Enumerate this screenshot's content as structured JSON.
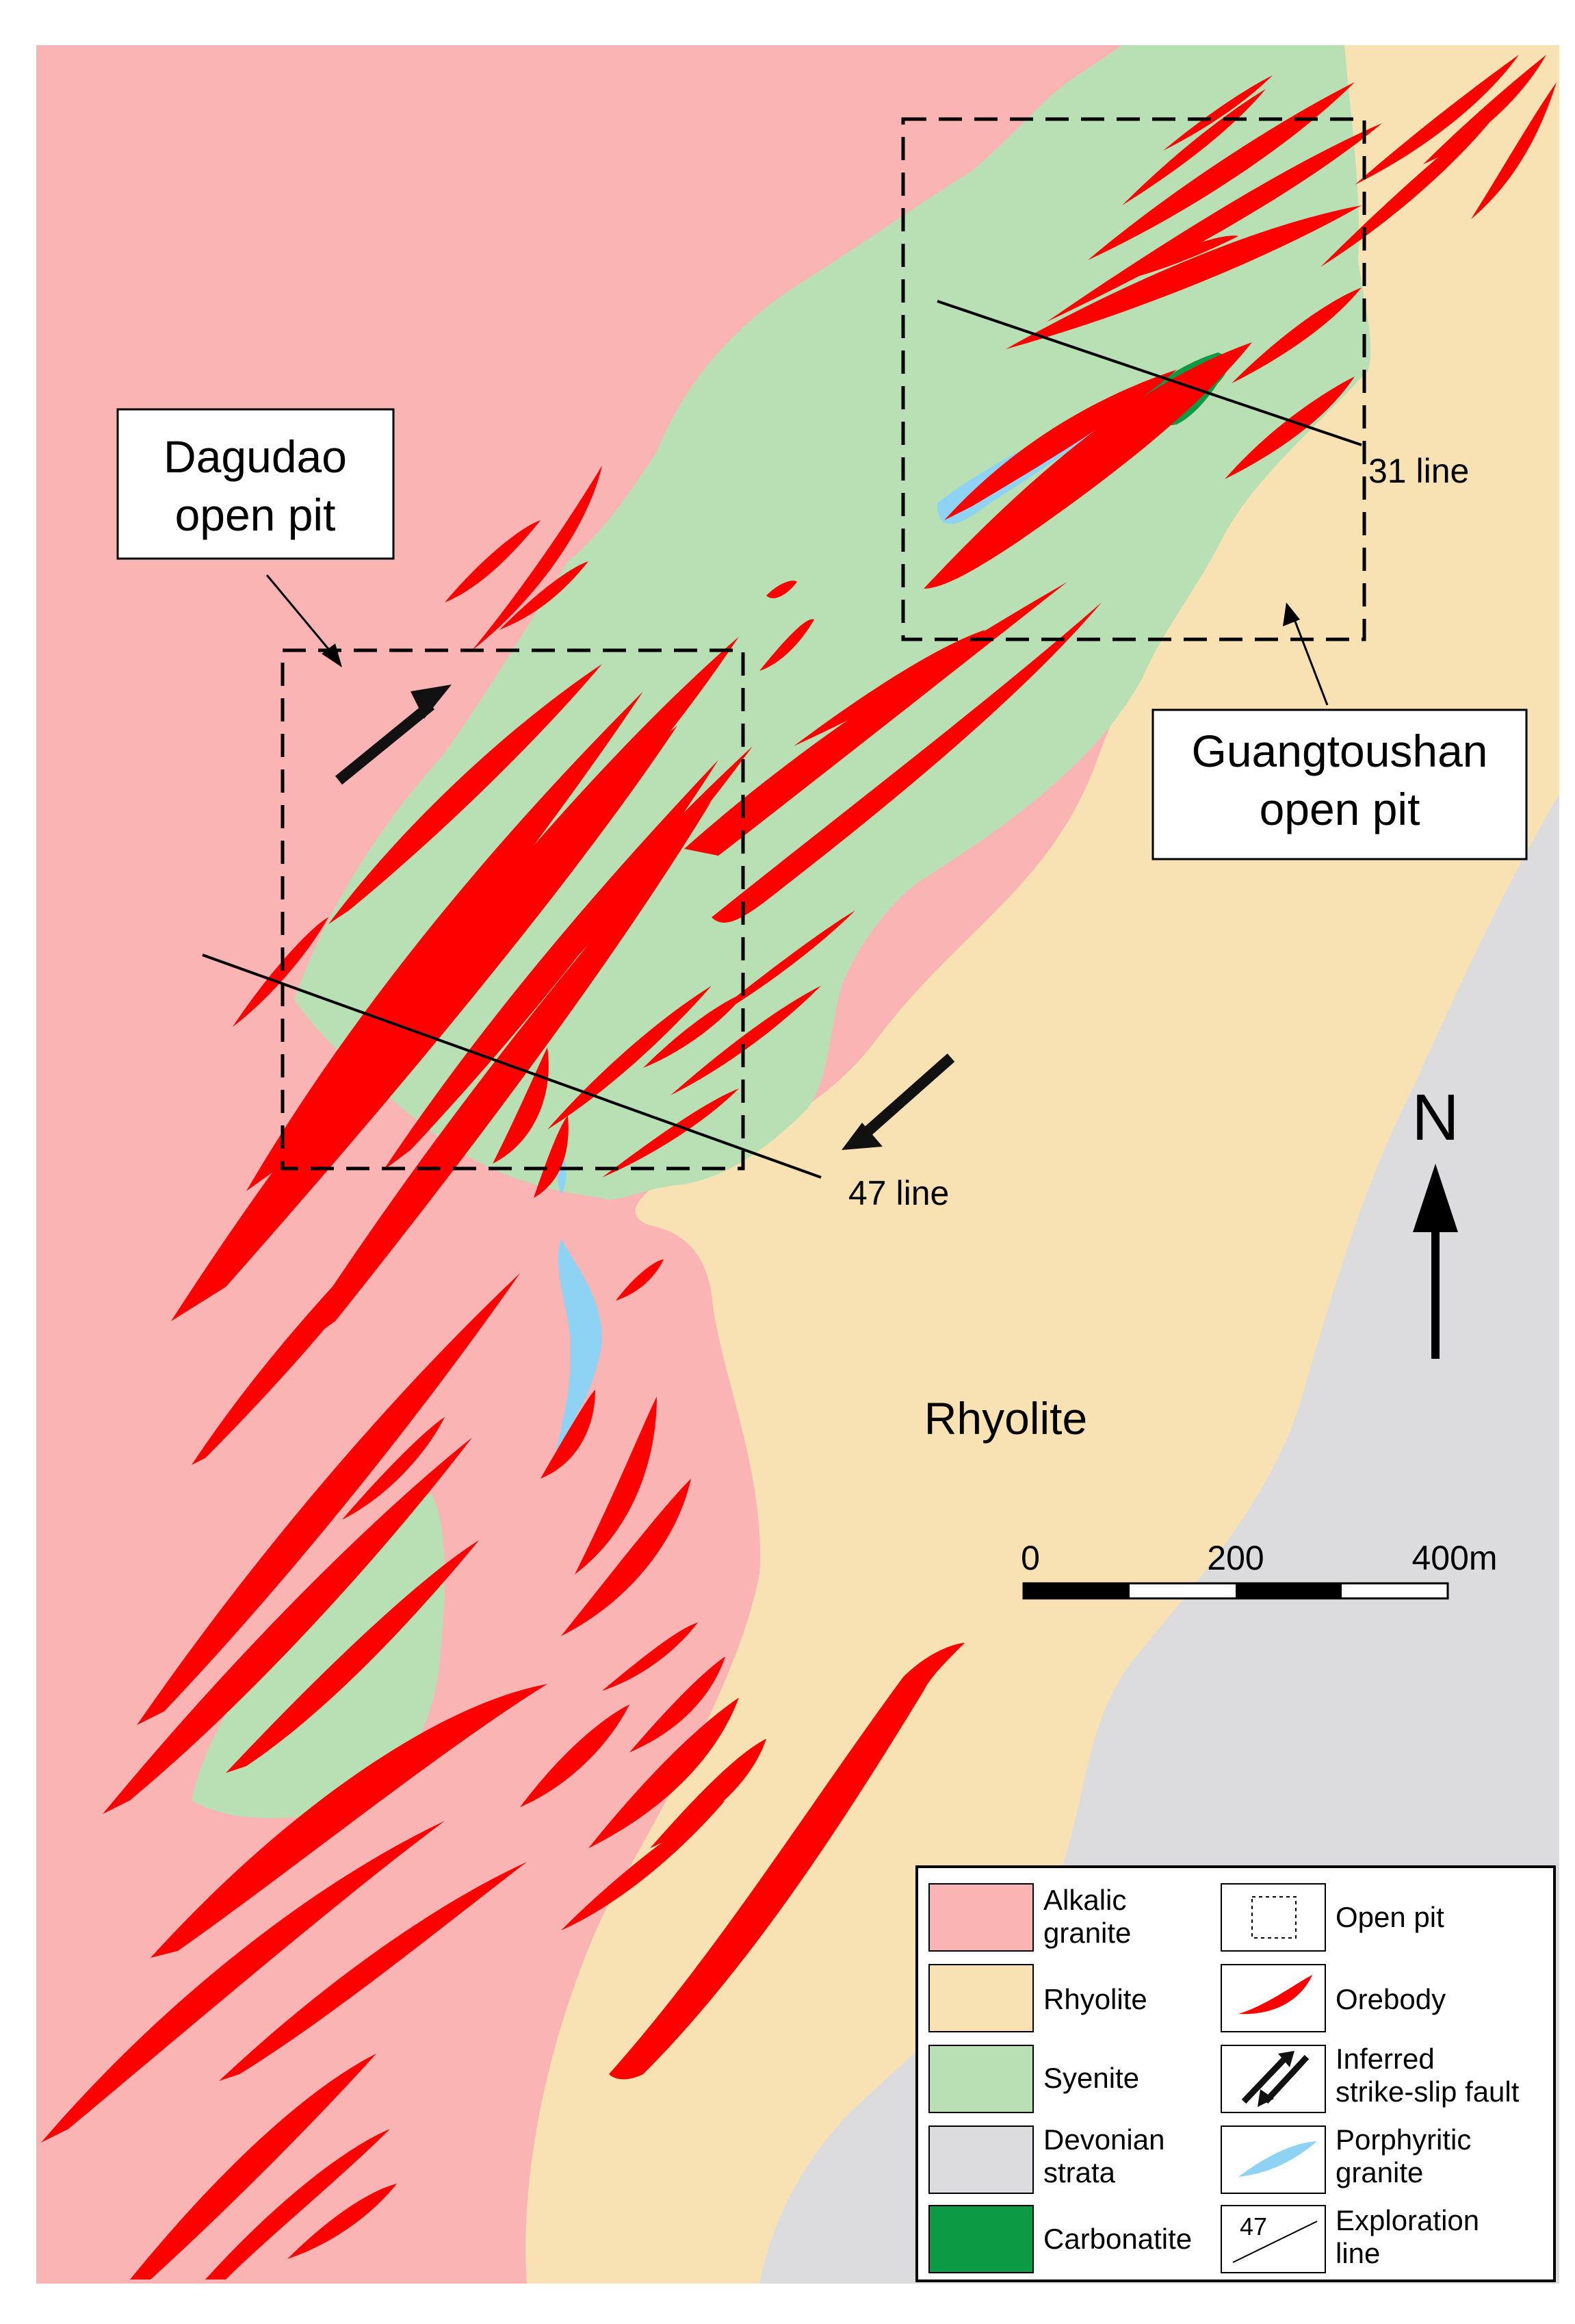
{
  "map": {
    "labels": {
      "dagudao_line1": "Dagudao",
      "dagudao_line2": "open pit",
      "guangtoushan_line1": "Guangtoushan",
      "guangtoushan_line2": "open pit",
      "line31": "31  line",
      "line47": "47  line",
      "rhyolite": "Rhyolite",
      "north": "N"
    },
    "scale_bar": {
      "ticks": [
        "0",
        "200",
        "400m"
      ]
    }
  },
  "legend": {
    "items": [
      {
        "label_lines": [
          "Alkalic",
          "granite"
        ],
        "swatch": "#fbb4b4"
      },
      {
        "label_lines": [
          "Rhyolite"
        ],
        "swatch": "#f8e2b3"
      },
      {
        "label_lines": [
          "Syenite"
        ],
        "swatch": "#b8e0b4"
      },
      {
        "label_lines": [
          "Devonian",
          "strata"
        ],
        "swatch": "#dcdcdf"
      },
      {
        "label_lines": [
          "Carbonatite"
        ],
        "swatch": "#0c9a44"
      },
      {
        "label_lines": [
          "Open pit"
        ],
        "icon": "dashed-square-icon"
      },
      {
        "label_lines": [
          "Orebody"
        ],
        "icon": "orebody-icon"
      },
      {
        "label_lines": [
          "Inferred",
          "strike-slip fault"
        ],
        "icon": "fault-arrows-icon"
      },
      {
        "label_lines": [
          "Porphyritic",
          "granite"
        ],
        "icon": "porphyritic-granite-icon"
      },
      {
        "label_lines": [
          "Exploration",
          "line"
        ],
        "icon": "exploration-line-icon",
        "icon_text": "47"
      }
    ]
  },
  "colors": {
    "alkalic_granite": "#fbb4b4",
    "rhyolite": "#f8e2b3",
    "syenite": "#b8e0b4",
    "devonian_strata": "#dcdcdf",
    "carbonatite": "#0c9a44",
    "orebody": "#ff0000",
    "porphyritic_granite": "#8fd3f4"
  }
}
